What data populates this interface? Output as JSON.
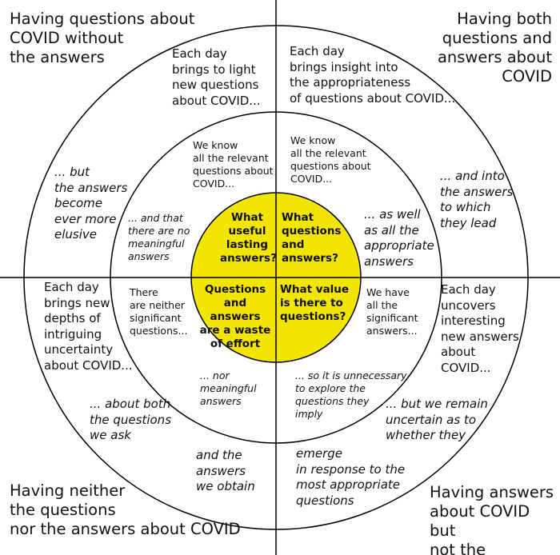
{
  "diagram": {
    "colors": {
      "stroke": "#000000",
      "core_fill": "#f2e500",
      "background": "#ffffff"
    },
    "corners": {
      "top_left": "Having questions about\nCOVID without\nthe answers",
      "top_right": "Having both\nquestions and\nanswers about\nCOVID",
      "bottom_left": "Having neither\nthe questions\nnor the answers about COVID",
      "bottom_right": "Having answers\nabout COVID but\nnot the questions"
    },
    "outer_ring": {
      "tl_upright": "Each day\nbrings to light\nnew questions\nabout COVID...",
      "tl_italic": "... but\nthe answers\nbecome\never more\nelusive",
      "tr_upright": "Each day\nbrings insight into\nthe appropriateness\nof questions about COVID...",
      "tr_italic": "... and into\nthe answers\nto which\nthey lead",
      "bl_upright": "Each day\nbrings new\ndepths of\nintriguing\nuncertainty\nabout COVID...",
      "bl_italic_1": "... about both\nthe questions\nwe ask",
      "bl_italic_2": "and the\nanswers\nwe obtain",
      "br_upright": "Each day\nuncovers\ninteresting\nnew answers\nabout\nCOVID...",
      "br_italic_1": "... but we remain\nuncertain as to\nwhether they",
      "br_italic_2": "emerge\nin response to the\nmost appropriate\nquestions"
    },
    "inner_ring": {
      "tl_upright": "We know\nall the relevant\nquestions about\nCOVID...",
      "tl_italic": "... and that\nthere are no\nmeaningful\nanswers",
      "tr_upright": "We know\nall the relevant\nquestions about\nCOVID...",
      "tr_italic": "... as well\nas all the\nappropriate\nanswers",
      "bl_upright": "There\nare neither\nsignificant\nquestions...",
      "bl_italic": "... nor\nmeaningful\nanswers",
      "br_upright": "We have\nall the\nsignificant\nanswers...",
      "br_italic": "... so it is unnecessary\nto explore the\nquestions they\nimply"
    },
    "core": {
      "tl": "What\nuseful\nlasting\nanswers?",
      "tr": "What\nquestions\nand\nanswers?",
      "bl": "Questions\nand answers\nare a waste\nof effort",
      "br": "What  value\nis there to\nquestions?"
    }
  }
}
